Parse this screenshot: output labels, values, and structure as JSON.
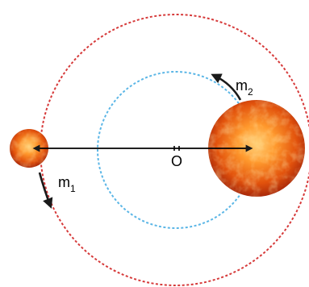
{
  "labels": {
    "star_small": "m",
    "star_small_sub": "1",
    "star_large": "m",
    "star_large_sub": "2",
    "center": "O"
  },
  "colors": {
    "outer_orbit": "#d63a3a",
    "inner_orbit": "#5bb6e6",
    "star_core": "#ffb347",
    "star_mid": "#f06a10",
    "star_edge": "#b22a08",
    "axis_line": "#000000",
    "arrow": "#1a1a1a"
  }
}
